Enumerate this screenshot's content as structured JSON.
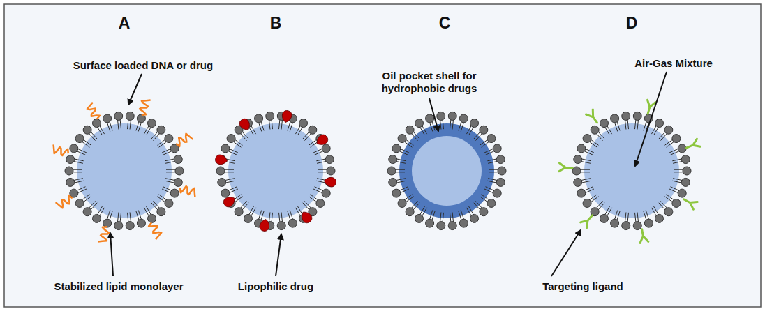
{
  "diagram": {
    "labels": [
      "A",
      "B",
      "C",
      "D",
      "Surface loaded DNA or drug",
      "Stabilized lipid monolayer",
      "Lipophilic drug",
      "Oil pocket shell for hydrophobic drugs",
      "Air-Gas Mixture",
      "Targeting ligand"
    ]
  }
}
